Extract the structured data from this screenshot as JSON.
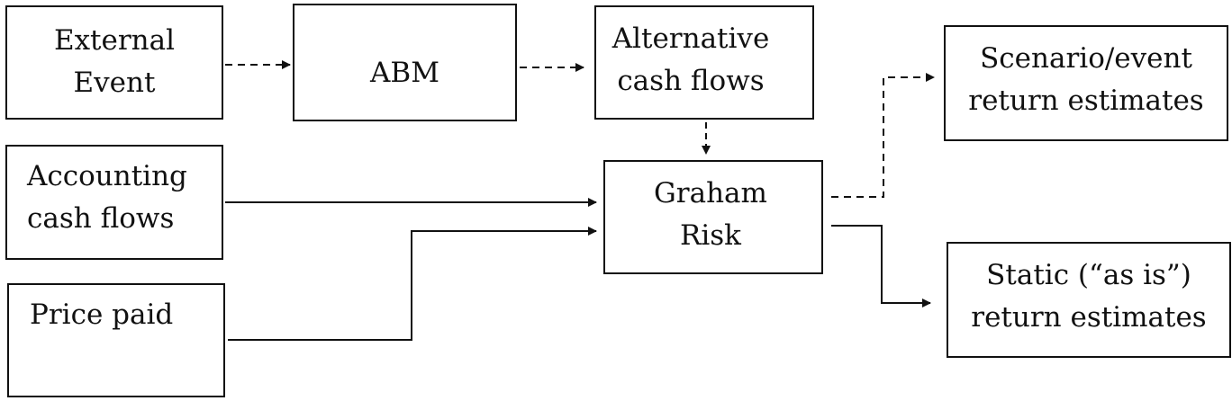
{
  "diagram": {
    "nodes": {
      "external_event": "External\nEvent",
      "abm": "ABM",
      "alternative_cash_flows": "Alternative\ncash flows",
      "accounting_cash_flows": "Accounting\ncash flows",
      "price_paid": "Price paid",
      "graham_risk": "Graham\nRisk",
      "scenario_event_returns": "Scenario/event\nreturn estimates",
      "static_returns": "Static (“as is”)\nreturn estimates"
    },
    "edges": [
      {
        "from": "external_event",
        "to": "abm",
        "style": "dashed"
      },
      {
        "from": "abm",
        "to": "alternative_cash_flows",
        "style": "dashed"
      },
      {
        "from": "alternative_cash_flows",
        "to": "graham_risk",
        "style": "dashed"
      },
      {
        "from": "accounting_cash_flows",
        "to": "graham_risk",
        "style": "solid"
      },
      {
        "from": "price_paid",
        "to": "graham_risk",
        "style": "solid"
      },
      {
        "from": "graham_risk",
        "to": "scenario_event_returns",
        "style": "dashed"
      },
      {
        "from": "graham_risk",
        "to": "static_returns",
        "style": "solid"
      }
    ],
    "colors": {
      "stroke": "#111111",
      "background": "#ffffff"
    }
  }
}
